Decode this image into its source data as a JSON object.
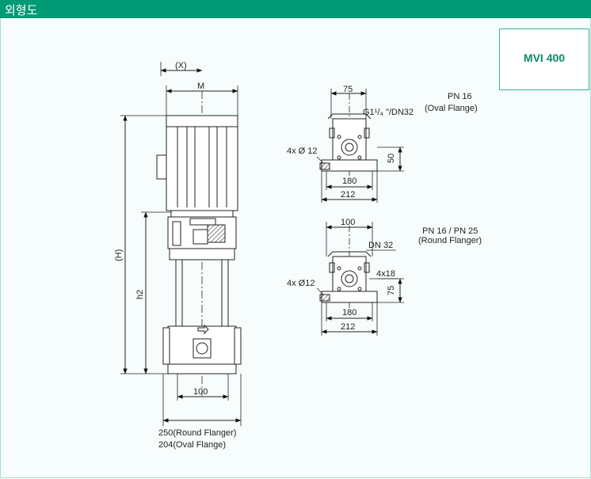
{
  "header": {
    "title": "외형도"
  },
  "model_box": {
    "label": "MVI 400"
  },
  "front_view": {
    "dim_x": "(X)",
    "dim_m": "M",
    "dim_h": "(H)",
    "dim_h2": "h2",
    "dim_base": "100",
    "width_note_1": "250(Round Flanger)",
    "width_note_2": "204(Oval Flange)"
  },
  "oval_view": {
    "spec": "PN 16",
    "spec_sub": "(Oval Flange)",
    "dim_top": "75",
    "connection": "G1¹/₄ \"/DN32",
    "holes": "4x Ø 12",
    "dim_height": "50",
    "dim_inner": "180",
    "dim_outer": "212"
  },
  "round_view": {
    "spec": "PN 16 / PN 25",
    "spec_sub": "(Round Flanger)",
    "dim_top": "100",
    "connection": "DN 32",
    "bolts": "4x18",
    "holes": "4x Ø12",
    "dim_height": "75",
    "dim_inner": "180",
    "dim_outer": "212"
  },
  "colors": {
    "header": "#009a74",
    "accent": "#0a8a68",
    "frame": "#a8ddd0"
  }
}
